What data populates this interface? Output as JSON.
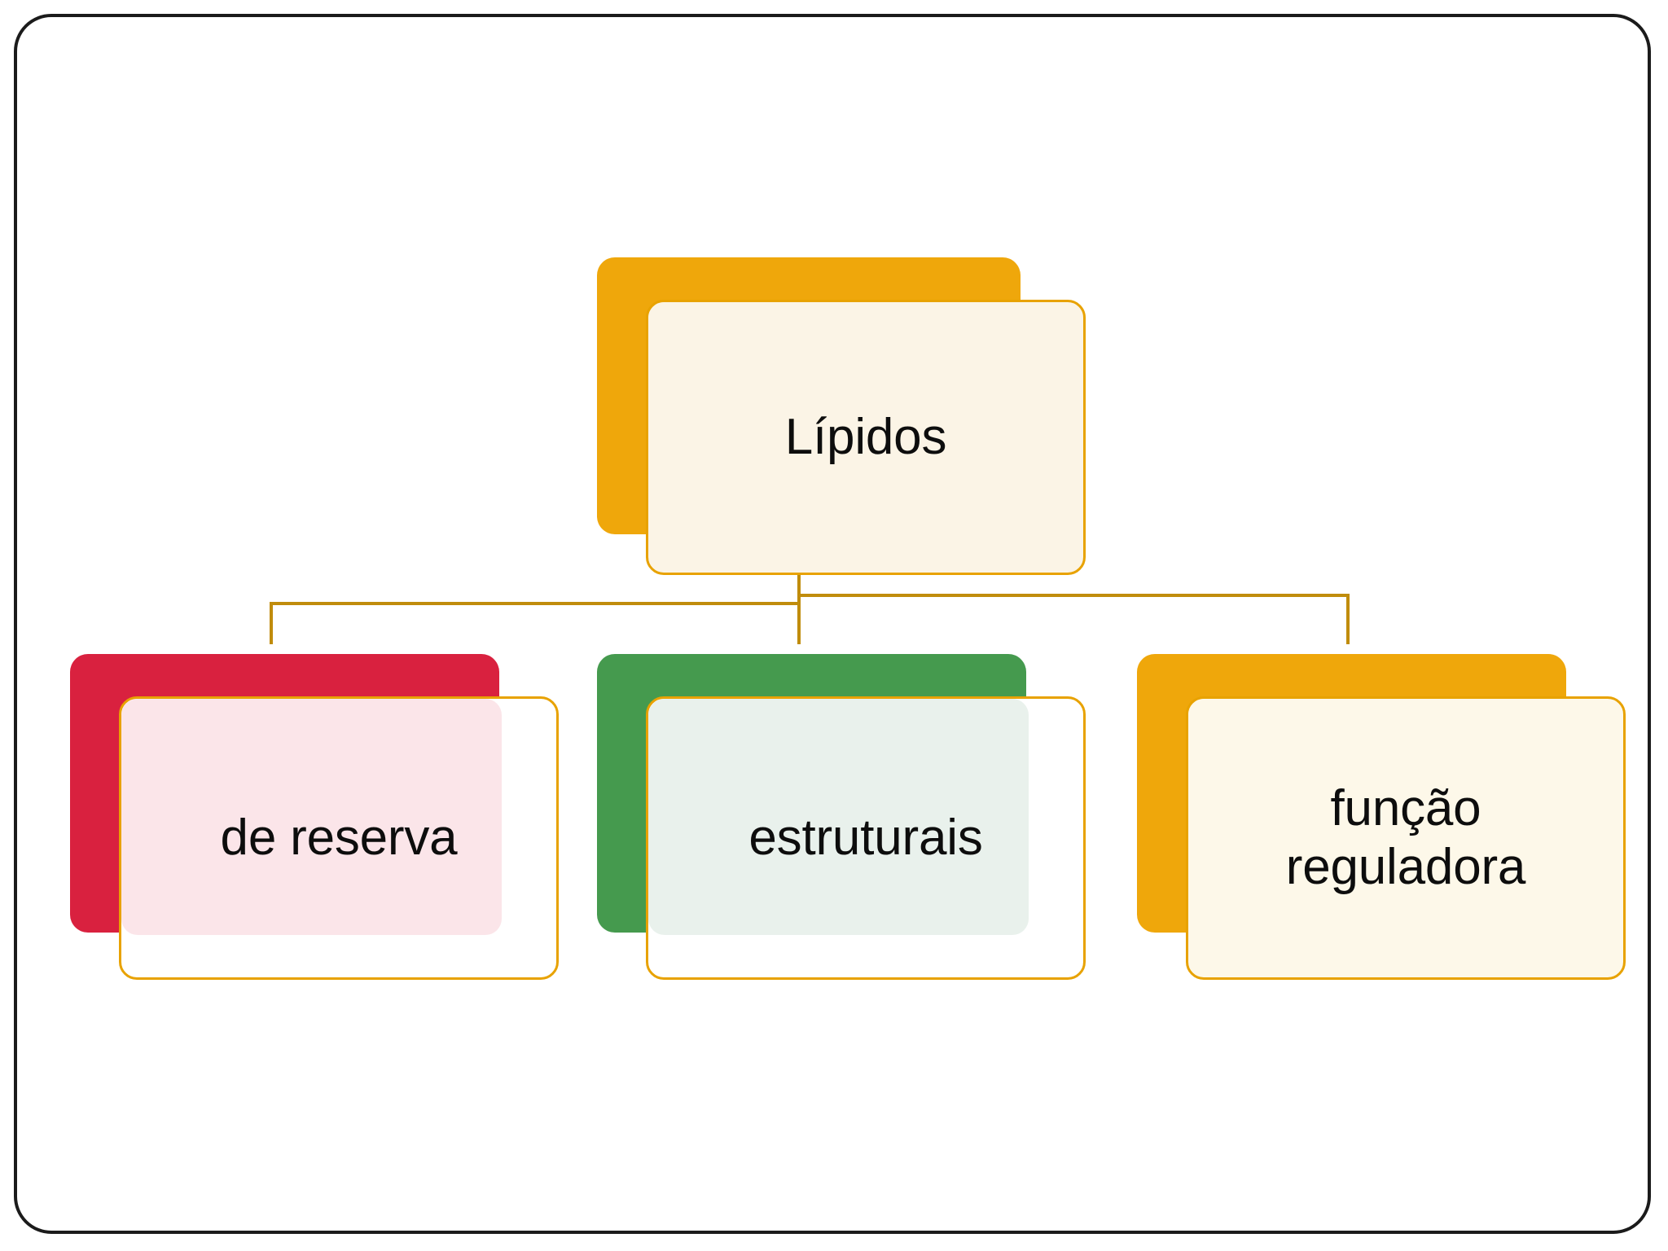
{
  "slide": {
    "background_color": "#ffffff",
    "frame_border_color": "#1b1b1b"
  },
  "diagram": {
    "type": "hierarchy",
    "connector_color": "#c08c0c",
    "root": {
      "id": "root",
      "label": "Lípidos",
      "accent_color": "#efa70b",
      "card_fill": "#fbf4e6",
      "card_border": "#e8a200",
      "text_color": "#0d0d0d"
    },
    "children": [
      {
        "id": "reserve",
        "label": "de reserva",
        "accent_color": "#d9213f",
        "card_fill": "#fbe5e9",
        "card_border": "#e8a200",
        "text_color": "#0d0d0d"
      },
      {
        "id": "structural",
        "label": "estruturais",
        "accent_color": "#459a4e",
        "card_fill": "#e9f1ec",
        "card_border": "#e8a200",
        "text_color": "#0d0d0d"
      },
      {
        "id": "regulatory",
        "label": "função\nreguladora",
        "accent_color": "#efa70b",
        "card_fill": "#fdf8e9",
        "card_border": "#e8a200",
        "text_color": "#0d0d0d"
      }
    ]
  }
}
